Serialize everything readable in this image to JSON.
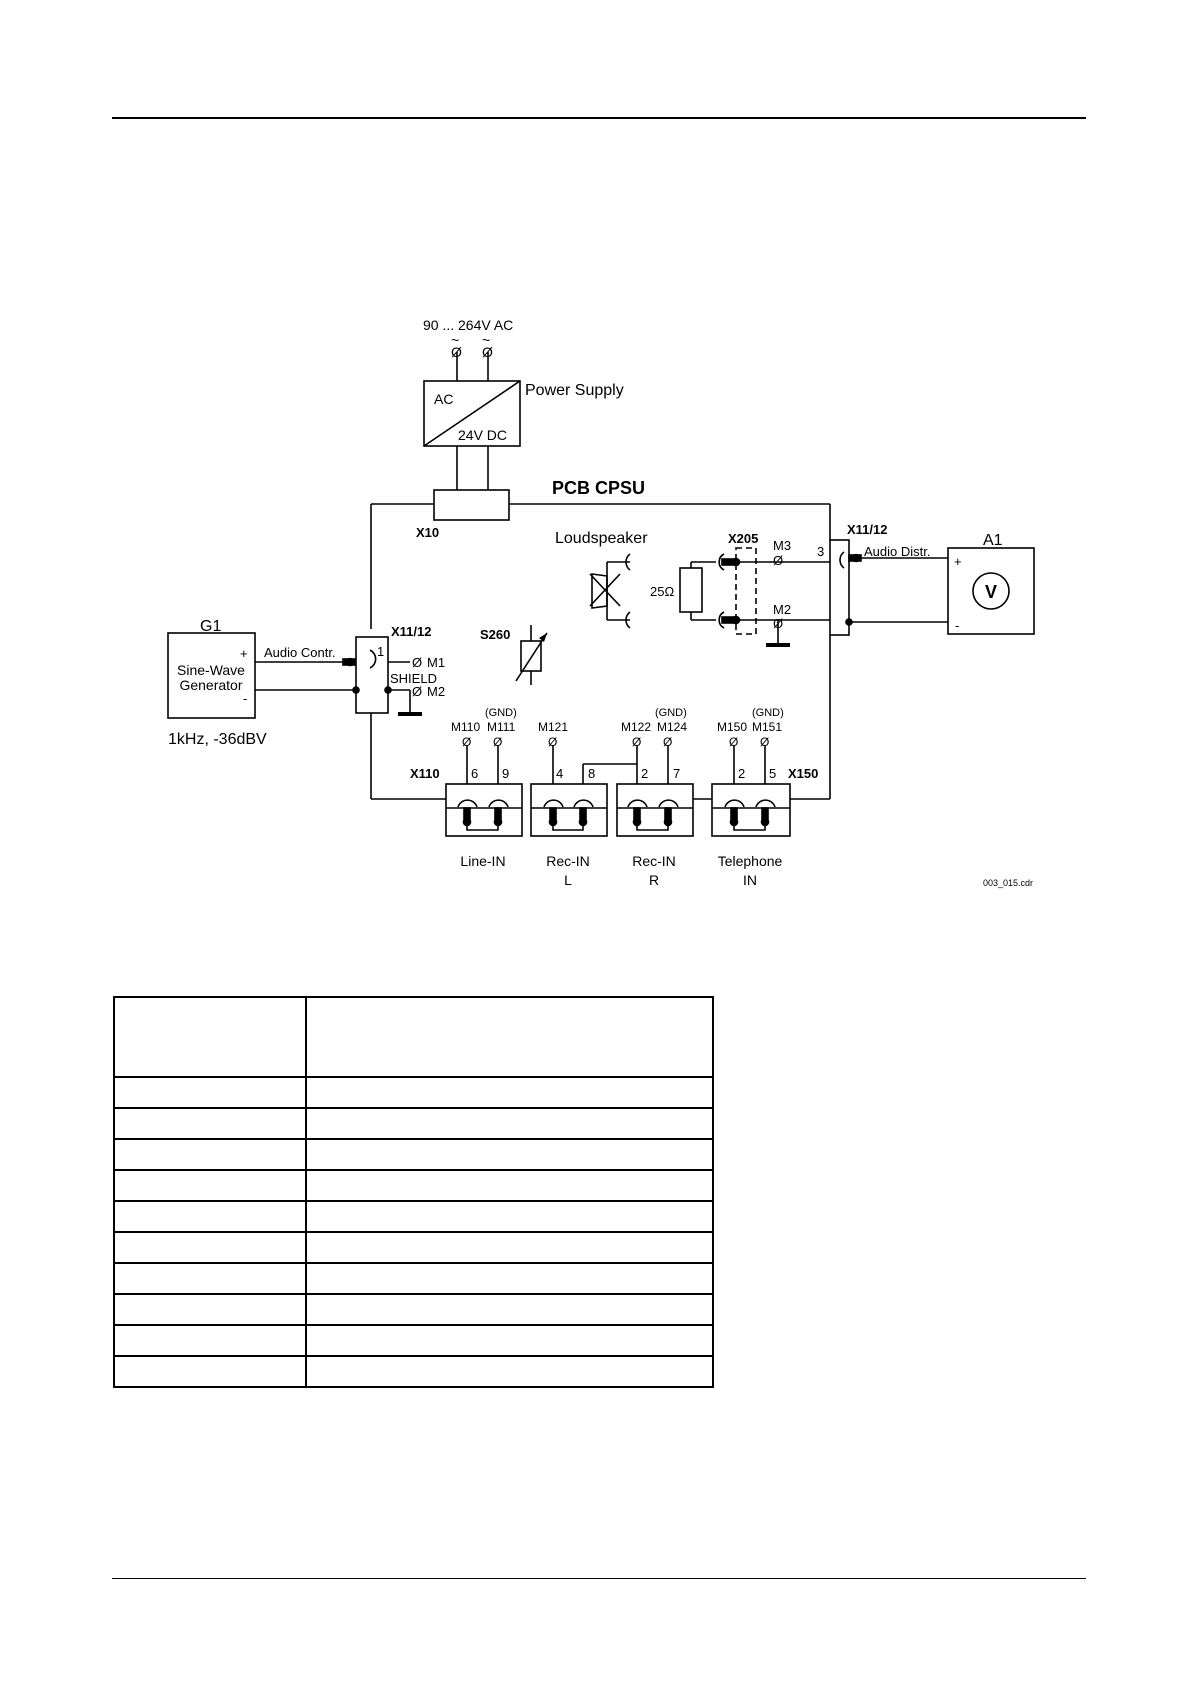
{
  "diagram": {
    "mains_label": "90 ... 264V AC",
    "tilde": "~",
    "terminal_symbol": "Ø",
    "power_supply": {
      "title": "Power Supply",
      "ac": "AC",
      "dc": "24V DC"
    },
    "pcb_title": "PCB CPSU",
    "x10": "X10",
    "loudspeaker": "Loudspeaker",
    "resistor": "25Ω",
    "x205": "X205",
    "m3": "M3",
    "m2_right": "M2",
    "x11_12_right": "X11/12",
    "pin3": "3",
    "audio_distr": "Audio Distr.",
    "a1": {
      "ref": "A1",
      "meter": "V",
      "plus": "+",
      "minus": "-"
    },
    "g1": {
      "ref": "G1",
      "line1": "Sine-Wave",
      "line2": "Generator",
      "plus": "+",
      "minus": "-",
      "setting": "1kHz, -36dBV"
    },
    "audio_contr": "Audio Contr.",
    "x11_12_left": "X11/12",
    "pin1": "1",
    "m1": "M1",
    "shield": "SHIELD",
    "m2_left": "M2",
    "s260": "S260",
    "gnd": "(GND)",
    "m110": "M110",
    "m111": "M111",
    "m121": "M121",
    "m122": "M122",
    "m124": "M124",
    "m150": "M150",
    "m151": "M151",
    "x110": "X110",
    "x150": "X150",
    "pins": {
      "p6": "6",
      "p9": "9",
      "p4": "4",
      "p8": "8",
      "p2a": "2",
      "p7": "7",
      "p2b": "2",
      "p5": "5"
    },
    "line_in": "Line-IN",
    "rec_in": "Rec-IN",
    "rec_l": "L",
    "rec_r": "R",
    "telephone": "Telephone",
    "telephone_in": "IN",
    "file_id": "003_015.cdr"
  },
  "table": {
    "rows": 11
  }
}
